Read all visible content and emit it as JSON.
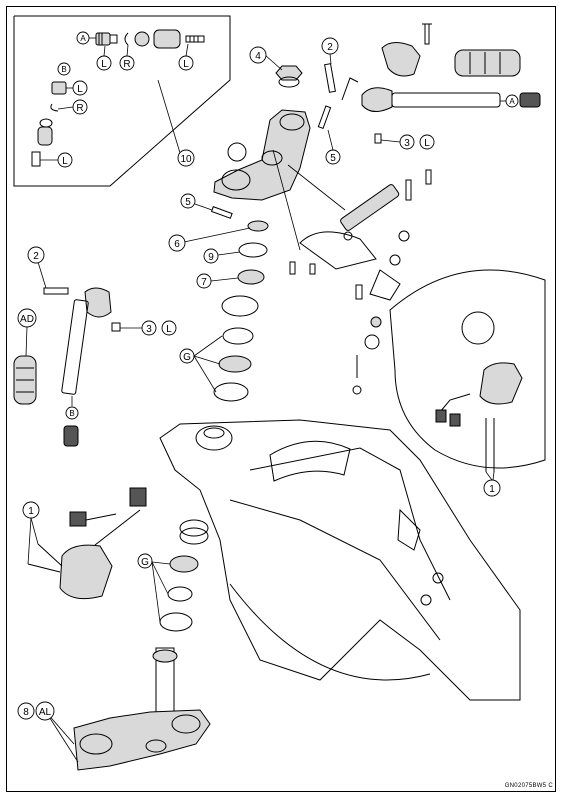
{
  "figure_code": "GN02075BW5 C",
  "labels": {
    "n1": "1",
    "n2": "2",
    "n3": "3",
    "n4": "4",
    "n5": "5",
    "n6": "6",
    "n7": "7",
    "n8": "8",
    "n9": "9",
    "n10": "10",
    "A": "A",
    "B": "B",
    "L": "L",
    "R": "R",
    "G": "G",
    "AD": "AD",
    "AL": "AL"
  },
  "icons": [
    "handlebar",
    "throttle-grip",
    "steering-stem",
    "frame",
    "switch-housing",
    "bearing",
    "damper"
  ]
}
